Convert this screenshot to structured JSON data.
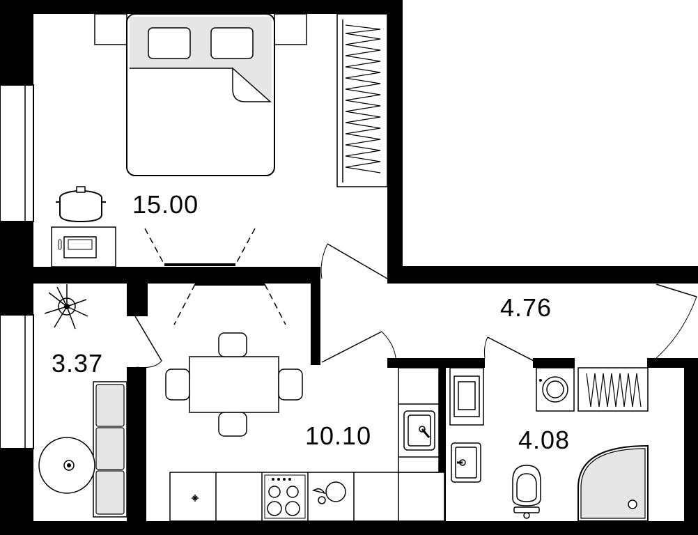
{
  "plan": {
    "rooms": [
      {
        "id": "bedroom",
        "area": "15.00"
      },
      {
        "id": "hallway",
        "area": "4.76"
      },
      {
        "id": "closet",
        "area": "3.37"
      },
      {
        "id": "kitchen",
        "area": "10.10"
      },
      {
        "id": "bathroom",
        "area": "4.08"
      }
    ]
  }
}
